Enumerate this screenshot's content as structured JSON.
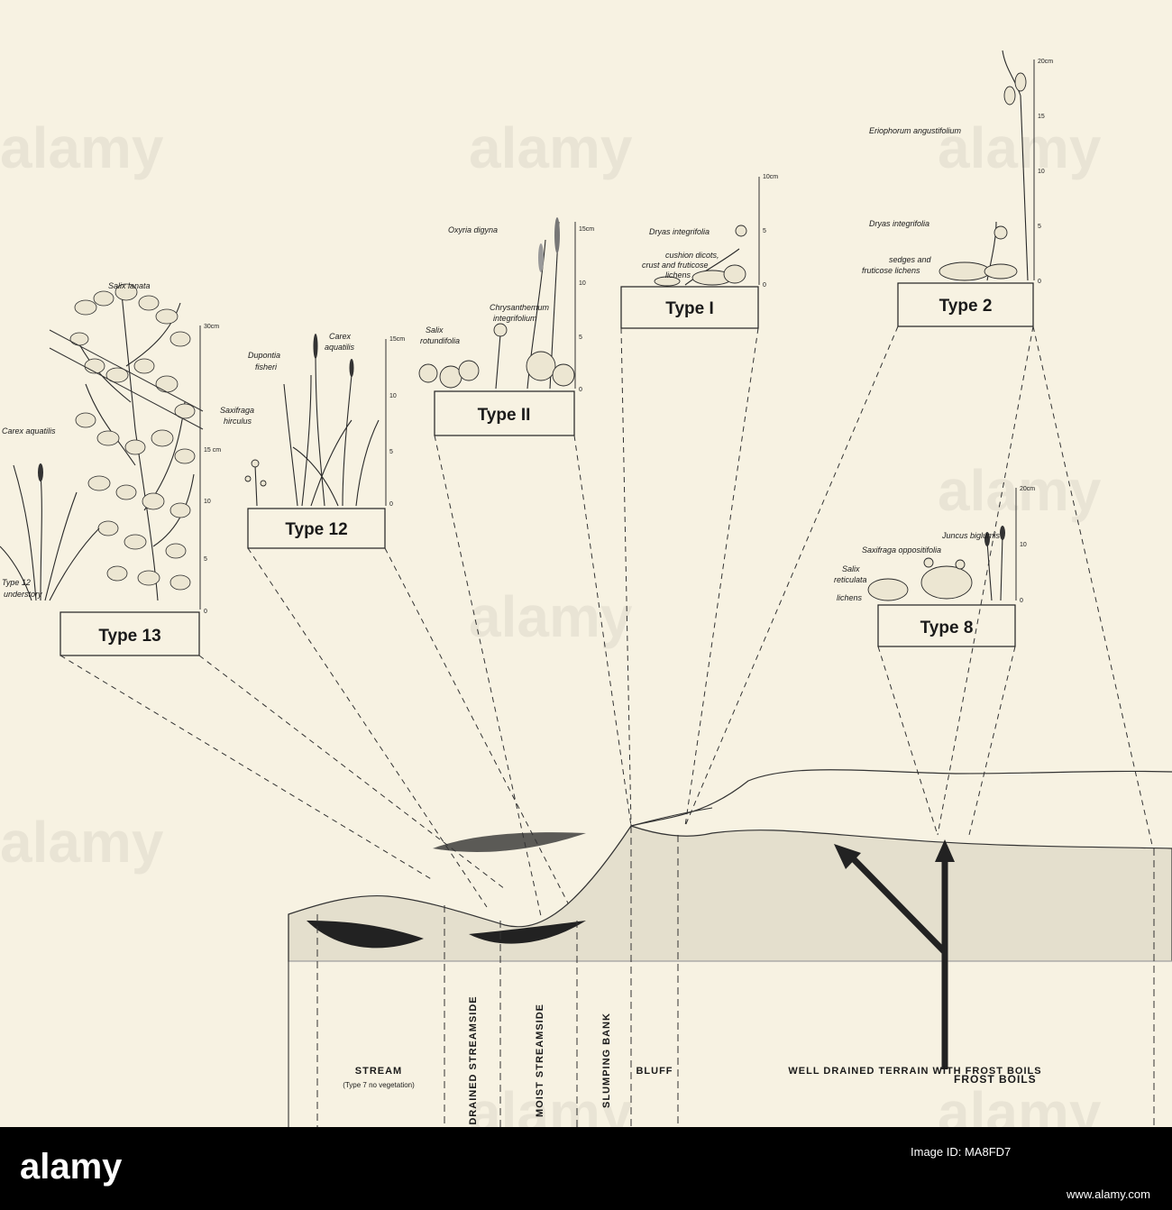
{
  "types": [
    {
      "label": "Type 13",
      "scale_top": "30cm",
      "ticks": [
        "15 cm",
        "10",
        "5",
        "0"
      ],
      "species": [
        "Salix lanata",
        "Carex aquatilis",
        "Type 12",
        "understory"
      ]
    },
    {
      "label": "Type 12",
      "scale_top": "15cm",
      "ticks": [
        "10",
        "5",
        "0"
      ],
      "species": [
        "Dupontia",
        "fisheri",
        "Carex",
        "aquatilis",
        "Saxifraga",
        "hirculus"
      ]
    },
    {
      "label": "Type II",
      "scale_top": "15cm",
      "ticks": [
        "10",
        "5",
        "0"
      ],
      "species": [
        "Oxyria digyna",
        "Chrysanthemum",
        "integrifolium",
        "Salix",
        "rotundifolia"
      ]
    },
    {
      "label": "Type I",
      "scale_top": "10cm",
      "ticks": [
        "5",
        "0"
      ],
      "species": [
        "Dryas integrifolia",
        "cushion dicots,",
        "crust and fruticose",
        "lichens"
      ]
    },
    {
      "label": "Type 2",
      "scale_top": "20cm",
      "ticks": [
        "15",
        "10",
        "5",
        "0"
      ],
      "species": [
        "Eriophorum angustifolium",
        "Dryas integrifolia",
        "sedges and",
        "fruticose lichens"
      ]
    },
    {
      "label": "Type 8",
      "scale_top": "20cm",
      "ticks": [
        "10",
        "0"
      ],
      "species": [
        "Juncus biglumis",
        "Saxifraga oppositifolia",
        "Salix",
        "reticulata",
        "lichens"
      ]
    }
  ],
  "zones": {
    "stream": "STREAM",
    "stream_note": "(Type 7 no vegetation)",
    "drained": "DRAINED STREAMSIDE",
    "moist": "MOIST STREAMSIDE",
    "slumping": "SLUMPING BANK",
    "bluff": "BLUFF",
    "well_drained": "WELL DRAINED TERRAIN WITH FROST BOILS"
  },
  "frost_boils": "FROST BOILS",
  "watermarks": [
    "alamy",
    "alamy",
    "alamy",
    "alamy",
    "alamy",
    "alamy",
    "alamy",
    "alamy"
  ],
  "footer": {
    "wordmark": "alamy",
    "image_id_label": "Image ID: MA8FD7",
    "url": "www.alamy.com"
  }
}
